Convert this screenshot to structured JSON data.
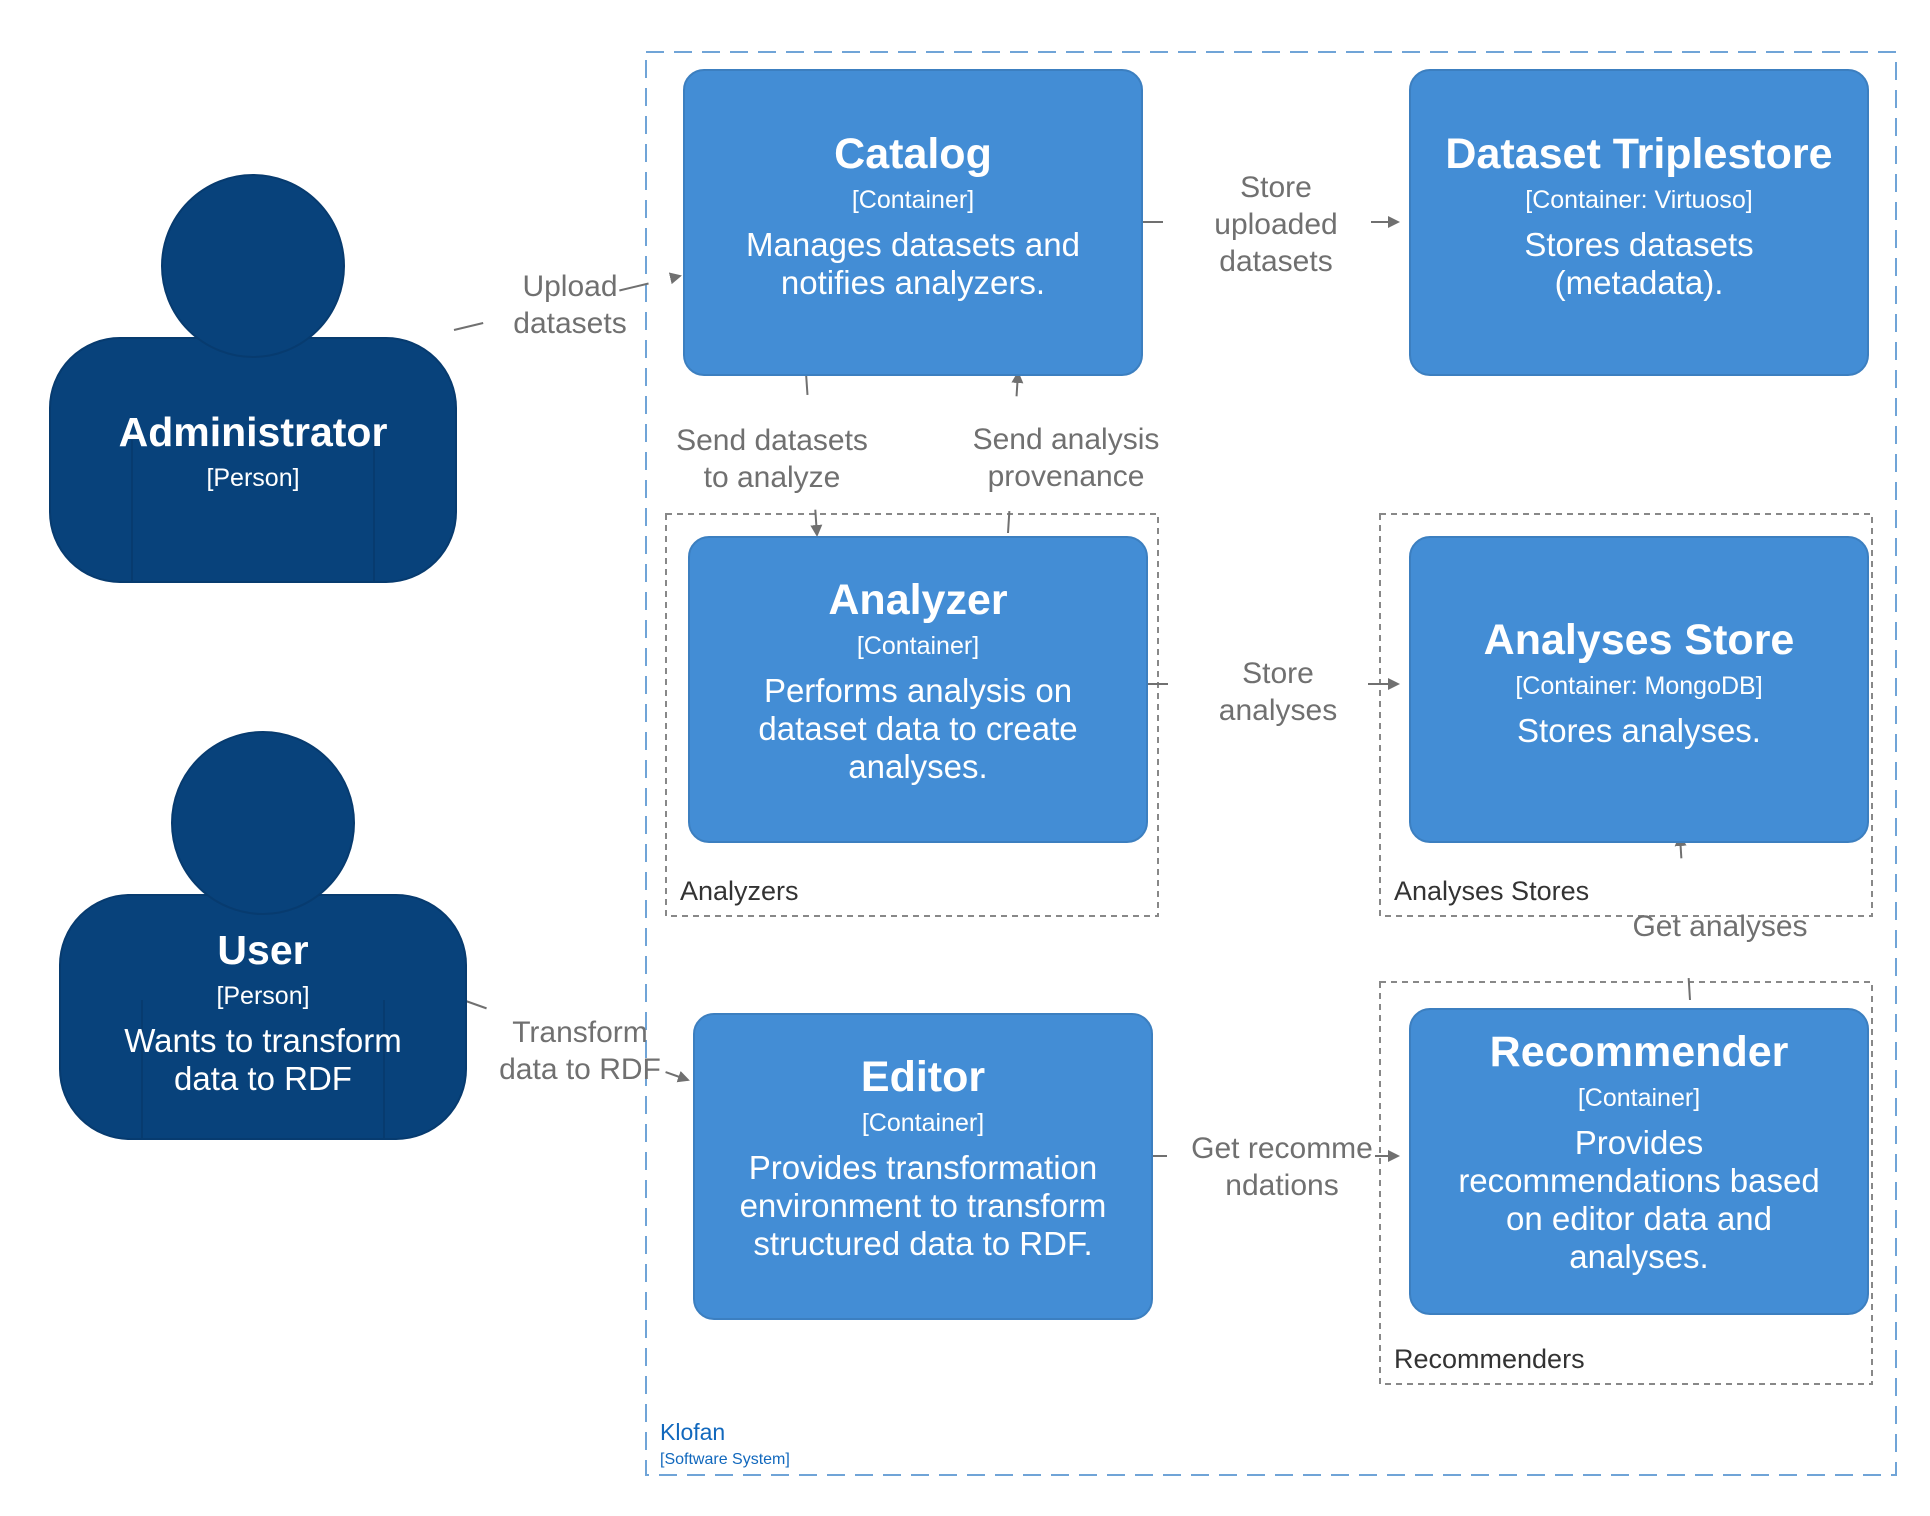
{
  "colors": {
    "container": "#438dd5",
    "container_border": "#3c7fc0",
    "person": "#08427b",
    "person_border": "#073b6f",
    "arrow": "#707070",
    "label": "#707070",
    "boundary_system": "#1168bd",
    "boundary_group": "#888888",
    "group_label": "#333333"
  },
  "system_boundary": {
    "name": "Klofan",
    "type": "[Software System]"
  },
  "persons": {
    "administrator": {
      "name": "Administrator",
      "type": "[Person]",
      "description": ""
    },
    "user": {
      "name": "User",
      "type": "[Person]",
      "description_lines": [
        "Wants to transform",
        "data to RDF"
      ]
    }
  },
  "containers": {
    "catalog": {
      "name": "Catalog",
      "type": "[Container]",
      "description_lines": [
        "Manages datasets and",
        "notifies analyzers."
      ]
    },
    "triplestore": {
      "name": "Dataset Triplestore",
      "type": "[Container: Virtuoso]",
      "description_lines": [
        "Stores datasets",
        "(metadata)."
      ]
    },
    "analyzer": {
      "name": "Analyzer",
      "type": "[Container]",
      "description_lines": [
        "Performs analysis on",
        "dataset data to create",
        "analyses."
      ]
    },
    "analyses_store": {
      "name": "Analyses Store",
      "type": "[Container: MongoDB]",
      "description_lines": [
        "Stores analyses."
      ]
    },
    "editor": {
      "name": "Editor",
      "type": "[Container]",
      "description_lines": [
        "Provides transformation",
        "environment to transform",
        "structured data to RDF."
      ]
    },
    "recommender": {
      "name": "Recommender",
      "type": "[Container]",
      "description_lines": [
        "Provides",
        "recommendations based",
        "on editor data and",
        "analyses."
      ]
    }
  },
  "groups": {
    "analyzers": "Analyzers",
    "analyses_stores": "Analyses Stores",
    "recommenders": "Recommenders"
  },
  "relationships": {
    "upload": [
      "Upload",
      "datasets"
    ],
    "store_uploaded": [
      "Store",
      "uploaded",
      "datasets"
    ],
    "send_to_analyze": [
      "Send datasets",
      "to analyze"
    ],
    "send_provenance": [
      "Send analysis",
      "provenance"
    ],
    "store_analyses": [
      "Store",
      "analyses"
    ],
    "get_analyses": [
      "Get analyses"
    ],
    "transform": [
      "Transform",
      "data to RDF"
    ],
    "get_recommendations": [
      "Get recomme",
      "ndations"
    ]
  }
}
